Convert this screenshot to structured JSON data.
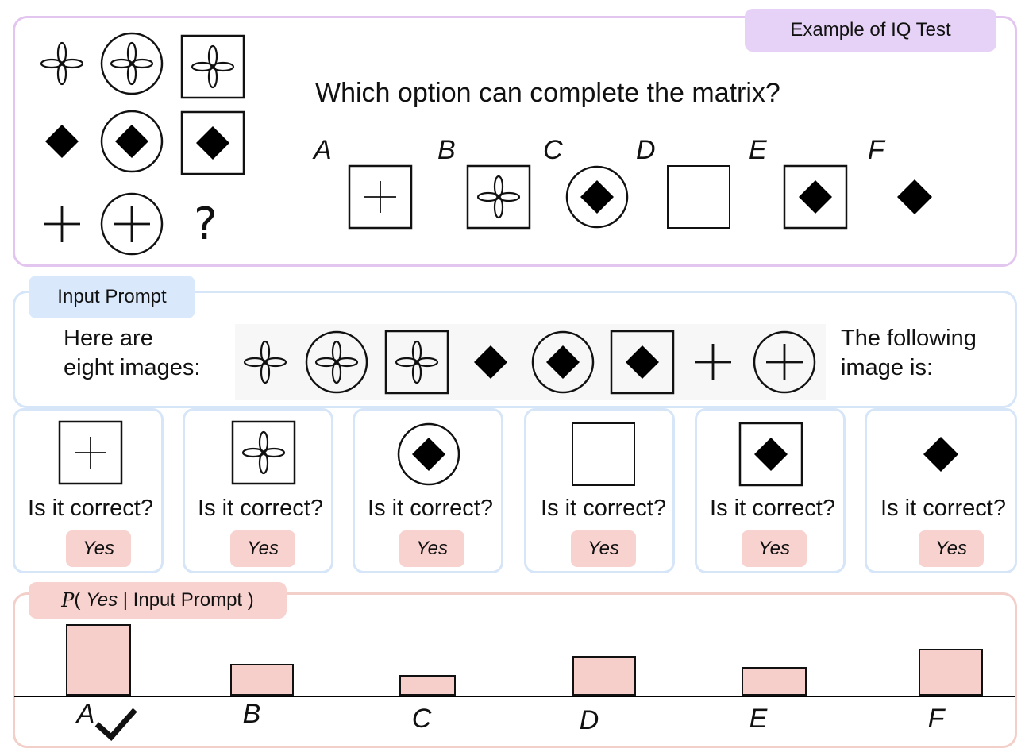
{
  "iq": {
    "tag": "Example of IQ Test",
    "question": "Which option can complete the matrix?",
    "question_mark": "?",
    "options": [
      "A",
      "B",
      "C",
      "D",
      "E",
      "F"
    ]
  },
  "prompt": {
    "tag": "Input Prompt",
    "left_line1": "Here are",
    "left_line2": "eight images:",
    "right_line1": "The following",
    "right_line2": "image is:"
  },
  "cards": [
    {
      "question": "Is it correct?",
      "answer": "Yes"
    },
    {
      "question": "Is it correct?",
      "answer": "Yes"
    },
    {
      "question": "Is it correct?",
      "answer": "Yes"
    },
    {
      "question": "Is it correct?",
      "answer": "Yes"
    },
    {
      "question": "Is it correct?",
      "answer": "Yes"
    },
    {
      "question": "Is it correct?",
      "answer": "Yes"
    }
  ],
  "prob": {
    "tag_p": "P",
    "tag_open": "( ",
    "tag_yes": "Yes",
    "tag_rest": " | Input Prompt )"
  },
  "chart_data": {
    "type": "bar",
    "categories": [
      "A",
      "B",
      "C",
      "D",
      "E",
      "F"
    ],
    "values": [
      1.0,
      0.44,
      0.29,
      0.56,
      0.4,
      0.65
    ],
    "correct_answer": "A",
    "ylim": [
      0,
      1
    ],
    "grid": false,
    "bar_color": "#f6cfcb"
  }
}
